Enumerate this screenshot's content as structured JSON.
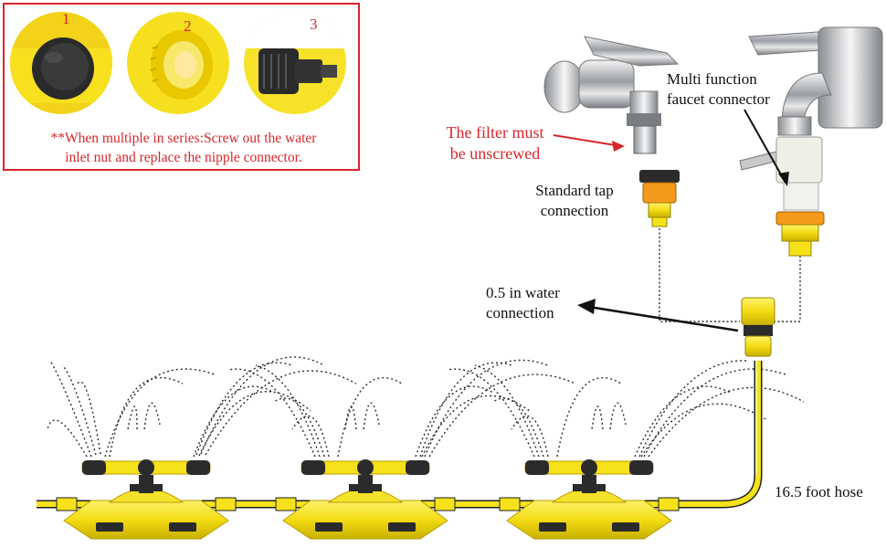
{
  "inset": {
    "step_numbers": [
      "1",
      "2",
      "3"
    ],
    "note_line1": "**When multiple in series:Screw out the water",
    "note_line2": "inlet nut and replace the nipple connector."
  },
  "labels": {
    "filter_line1": "The filter must",
    "filter_line2": "be unscrewed",
    "multi_line1": "Multi function",
    "multi_line2": "faucet connector",
    "standard_line1": "Standard tap",
    "standard_line2": "connection",
    "water_line1": "0.5 in water",
    "water_line2": "connection",
    "hose": "16.5 foot hose"
  },
  "colors": {
    "accent_red": "#d9262b",
    "sprinkler_yellow": "#f5e21a",
    "connector_orange": "#f39a1c",
    "dark": "#2b2b2b"
  }
}
